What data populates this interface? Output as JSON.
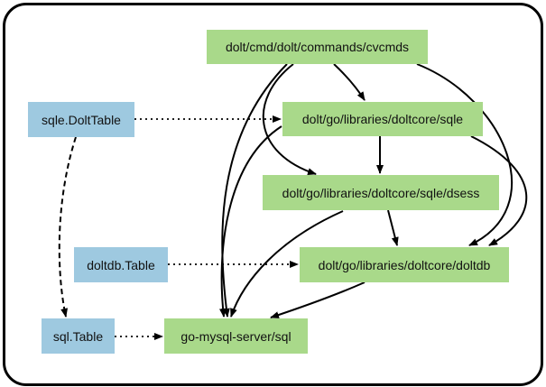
{
  "colors": {
    "package_fill": "#a9d98a",
    "interface_fill": "#9ec9e0",
    "edge": "#000000"
  },
  "nodes": {
    "cvcmds": "dolt/cmd/dolt/commands/cvcmds",
    "sqle": "dolt/go/libraries/doltcore/sqle",
    "dsess": "dolt/go/libraries/doltcore/sqle/dsess",
    "doltdb": "dolt/go/libraries/doltcore/doltdb",
    "gms_sql": "go-mysql-server/sql",
    "sqle_dolt_table": "sqle.DoltTable",
    "doltdb_table": "doltdb.Table",
    "sql_table": "sql.Table"
  },
  "edges": [
    {
      "from": "cvcmds",
      "to": "sqle",
      "style": "solid"
    },
    {
      "from": "cvcmds",
      "to": "dsess",
      "style": "solid"
    },
    {
      "from": "cvcmds",
      "to": "doltdb",
      "style": "solid"
    },
    {
      "from": "cvcmds",
      "to": "gms_sql",
      "style": "solid"
    },
    {
      "from": "sqle",
      "to": "dsess",
      "style": "solid"
    },
    {
      "from": "sqle",
      "to": "doltdb",
      "style": "solid"
    },
    {
      "from": "sqle",
      "to": "gms_sql",
      "style": "solid"
    },
    {
      "from": "dsess",
      "to": "doltdb",
      "style": "solid"
    },
    {
      "from": "dsess",
      "to": "gms_sql",
      "style": "solid"
    },
    {
      "from": "doltdb",
      "to": "gms_sql",
      "style": "solid"
    },
    {
      "from": "sqle_dolt_table",
      "to": "sqle",
      "style": "dotted"
    },
    {
      "from": "doltdb_table",
      "to": "doltdb",
      "style": "dotted"
    },
    {
      "from": "sql_table",
      "to": "gms_sql",
      "style": "dotted"
    },
    {
      "from": "sqle_dolt_table",
      "to": "sql_table",
      "style": "dashed"
    }
  ]
}
